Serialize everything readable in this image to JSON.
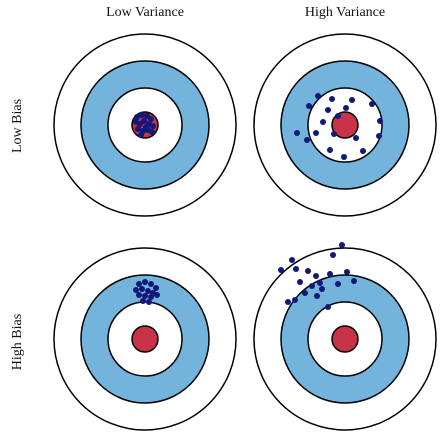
{
  "labels": {
    "col_low_variance": "Low Variance",
    "col_high_variance": "High Variance",
    "row_low_bias": "Low Bias",
    "row_high_bias": "High Bias"
  },
  "colors": {
    "ring_fill_blue": "#74b3db",
    "ring_stroke": "#000000",
    "bullseye": "#c8334a",
    "dots": "#10187a",
    "background": "#ffffff"
  },
  "targets": [
    {
      "id": "low-bias-low-variance"
    },
    {
      "id": "low-bias-high-variance"
    },
    {
      "id": "high-bias-low-variance"
    },
    {
      "id": "high-bias-high-variance"
    }
  ]
}
